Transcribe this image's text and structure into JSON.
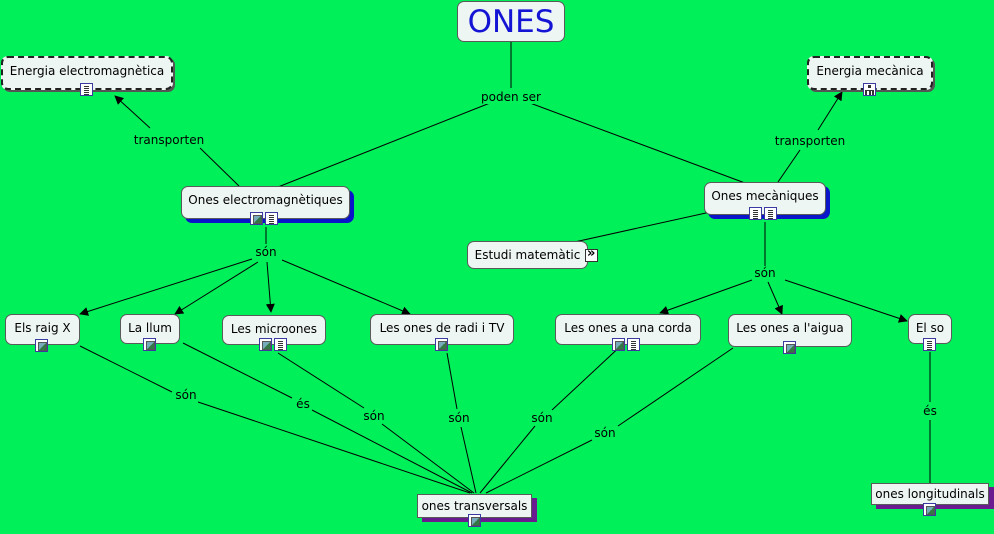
{
  "title": "ONES",
  "nodes": {
    "ones_em": "Ones electromagnètiques",
    "ones_mec": "Ones mecàniques",
    "energia_em": "Energia electromagnètica",
    "energia_mec": "Energia mecànica",
    "estudi": "Estudi matemàtic",
    "raig_x": "Els raig X",
    "llum": "La llum",
    "microones": "Les microones",
    "radi_tv": "Les ones de radi i TV",
    "corda": "Les ones a una corda",
    "aigua": "Les ones a l'aigua",
    "el_so": "El so",
    "transversals": "ones transversals",
    "longitudinals": "ones longitudinals"
  },
  "link_labels": {
    "poden_ser": "poden ser",
    "transporten_em": "transporten",
    "transporten_mec": "transporten",
    "son_em": "són",
    "son_mec": "són",
    "son_rx": "són",
    "es_llum": "és",
    "son_micro": "són",
    "son_radi": "són",
    "son_corda": "són",
    "son_aigua": "són",
    "es_so": "és"
  }
}
